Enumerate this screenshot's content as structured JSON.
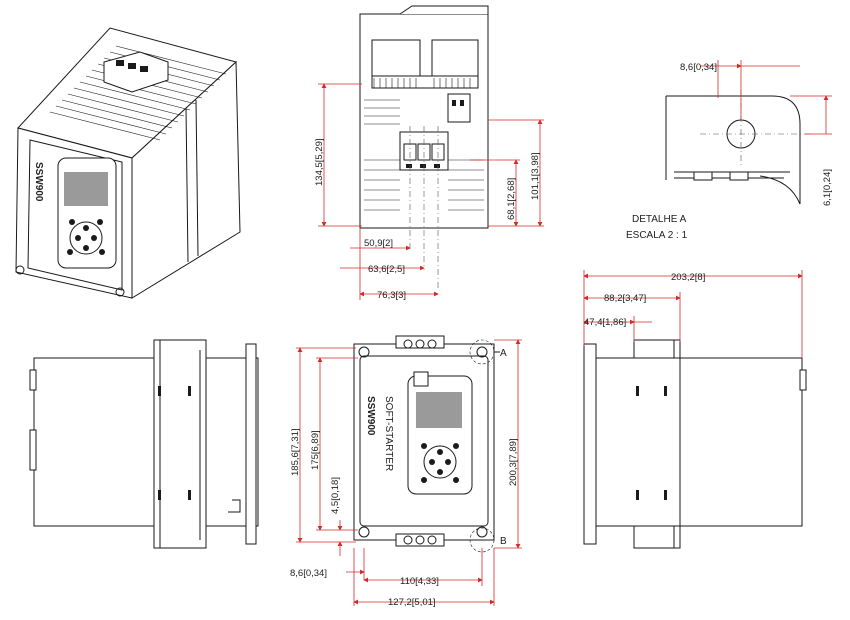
{
  "colors": {
    "dimension": "#d42a2a",
    "outline": "#1a1a1a",
    "text": "#222222"
  },
  "brand": "SSW900",
  "brand_sub": "SOFT-STARTER",
  "detail": {
    "title": "DETALHE A",
    "scale": "ESCALA 2 : 1",
    "w": "8,6[0,34]",
    "h": "6,1[0,24]"
  },
  "labels": {
    "a": "A",
    "b": "B"
  },
  "dims": {
    "top_h1": "134,5[5,29]",
    "top_h2": "68,1[2,68]",
    "top_h3": "101,1[3,98]",
    "top_w1": "50,9[2]",
    "top_w2": "63,6[2,5]",
    "top_w3": "76,3[3]",
    "front_h1": "185,6[7,31]",
    "front_h2": "175[6,89]",
    "front_h3": "4,5[0,18]",
    "front_h4": "200,3[7,89]",
    "front_w1": "8,6[0,34]",
    "front_w2": "110[4,33]",
    "front_w3": "127,2[5,01]",
    "side_w1": "203,2[8]",
    "side_w2": "88,2[3,47]",
    "side_w3": "47,4[1,86]"
  }
}
